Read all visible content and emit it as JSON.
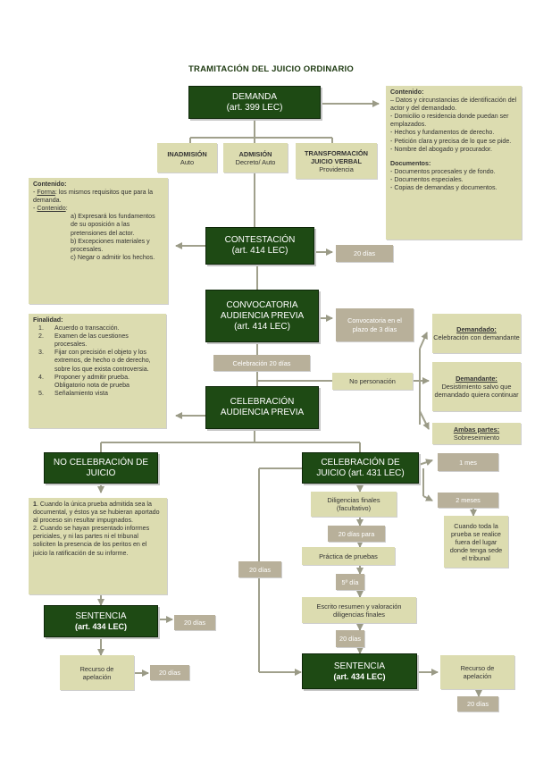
{
  "title": "TRAMITACIÓN DEL JUICIO ORDINARIO",
  "demanda": {
    "label": "DEMANDA",
    "ref": "(art. 399 LEC)"
  },
  "inadmision": {
    "label": "INADMISIÓN",
    "sub": "Auto"
  },
  "admision": {
    "label": "ADMISIÓN",
    "sub": "Decreto/ Auto"
  },
  "transformacion": {
    "label1": "TRANSFORMACIÓN",
    "label2": "JUICIO VERBAL",
    "sub": "Providencia"
  },
  "contenido_demanda": {
    "heading": "Contenido:",
    "items": [
      "– Datos y circunstancias de identificación del actor y del demandado.",
      "- Domicilio o residencia donde puedan ser emplazados.",
      "- Hechos y fundamentos de derecho.",
      "- Petición clara y precisa de lo que se pide.",
      "- Nombre del abogado y procurador."
    ],
    "docs_heading": "Documentos:",
    "docs": [
      "- Documentos procesales y de fondo.",
      "- Documentos especiales.",
      "- Copias de demandas y documentos."
    ]
  },
  "contenido_contestacion": {
    "heading": "Contenido:",
    "forma_dash": "- ",
    "forma_label": "Forma",
    "forma_text": ": los mismos requisitos que para la demanda.",
    "contenido_dash": "- ",
    "contenido_label": "Contenido",
    "contenido_colon": ":",
    "a": "a) Expresará los fundamentos de su oposición a las pretensiones del actor.",
    "b": "b) Excepciones materiales y procesales.",
    "c": "c) Negar o admitir los hechos."
  },
  "contestacion": {
    "label": "CONTESTACIÓN",
    "ref": "(art. 414 LEC)"
  },
  "plazo_contestacion": "20 días",
  "convocatoria": {
    "label1": "CONVOCATORIA",
    "label2": "AUDIENCIA PREVIA",
    "ref": "(art. 414 LEC)"
  },
  "convocatoria_plazo": "Convocatoria en el plazo de 3 días",
  "celebracion_20": "Celebración 20 días",
  "no_personacion": "No personación",
  "finalidad": {
    "heading": "Finalidad:",
    "items": [
      {
        "n": "1.",
        "t": "Acuerdo o transacción."
      },
      {
        "n": "2.",
        "t": "Examen de las cuestiones procesales."
      },
      {
        "n": "3.",
        "t": "Fijar con precisión el objeto y los extremos, de hecho o de derecho, sobre los que exista controversia."
      },
      {
        "n": "4.",
        "t": "Proponer y admitir prueba. Obligatorio nota de prueba"
      },
      {
        "n": "5.",
        "t": "Señalamiento vista"
      }
    ]
  },
  "celebracion_audiencia": {
    "label1": "CELEBRACIÓN",
    "label2": "AUDIENCIA PREVIA"
  },
  "demandado": {
    "label": "Demandado:",
    "text": "Celebración con demandante"
  },
  "demandante": {
    "label": "Demandante:",
    "text": "Desistimiento salvo que demandado quiera continuar"
  },
  "ambas_partes": {
    "label": "Ambas partes:",
    "text": "Sobreseimiento"
  },
  "no_celebracion": {
    "label1": "NO CELEBRACIÓN DE",
    "label2": "JUICIO"
  },
  "no_celebracion_text": {
    "p1_num": "1",
    "p1": ". Cuando la única prueba admitida sea la documental, y éstos ya se hubieran aportado al proceso sin resultar impugnados.",
    "p2": "2. Cuando se hayan presentado informes periciales, y ni las partes ni el tribunal soliciten la presencia de los peritos en el juicio la ratificación de su informe."
  },
  "celebracion_juicio": {
    "label1": "CELEBRACIÓN DE",
    "label2": "JUICIO (art. 431 LEC)"
  },
  "un_mes": "1 mes",
  "dos_meses": "2 meses",
  "dos_meses_text": "Cuando toda la prueba se realice fuera del lugar donde tenga sede el tribunal",
  "diligencias": "Diligencias finales (facultativo)",
  "veinte_dias_para": "20 días para",
  "practica": "Práctica de pruebas",
  "quinto_dia": "5º día",
  "escrito": "Escrito resumen y valoración diligencias finales",
  "veinte_dias_a": "20 días",
  "veinte_dias_lateral": "20 días",
  "sentencia_left": {
    "label": "SENTENCIA",
    "ref": "(art. 434 LEC)"
  },
  "sentencia_left_plazo": "20 días",
  "recurso_left": "Recurso de apelación",
  "recurso_left_plazo": "20 días",
  "sentencia_right": {
    "label": "SENTENCIA",
    "ref": "(art. 434 LEC)"
  },
  "recurso_right": "Recurso de apelación",
  "recurso_right_plazo": "20 días"
}
